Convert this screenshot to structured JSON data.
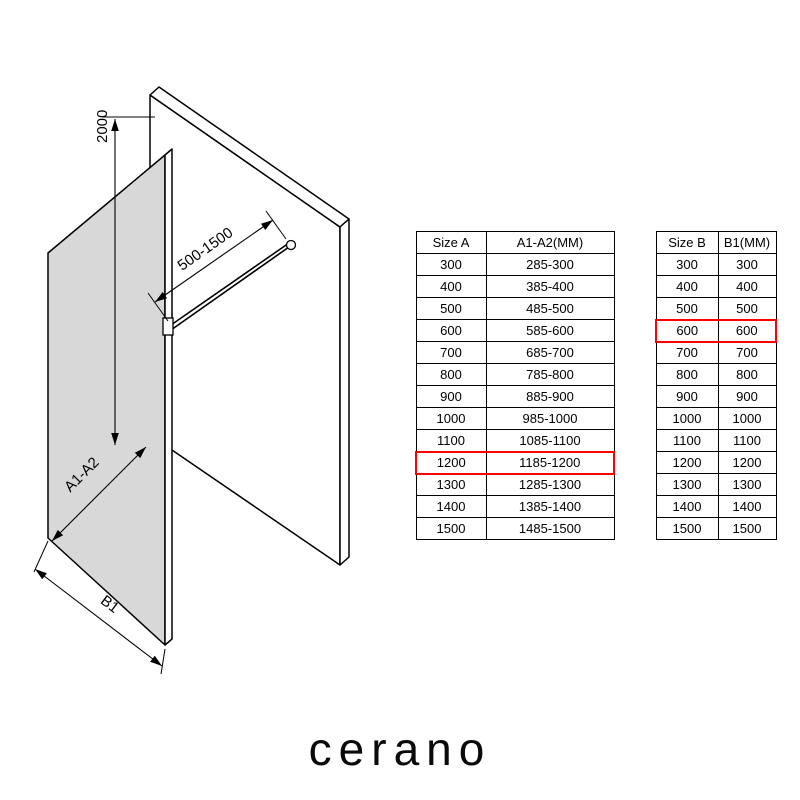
{
  "brand": {
    "name": "cerano"
  },
  "diagram": {
    "labels": {
      "height": "2000",
      "bar_range": "500-1500",
      "width_range": "A1-A2",
      "side_width": "B1"
    }
  },
  "tables": {
    "size_a": {
      "headers": [
        "Size A",
        "A1-A2(MM)"
      ],
      "rows": [
        [
          "300",
          "285-300"
        ],
        [
          "400",
          "385-400"
        ],
        [
          "500",
          "485-500"
        ],
        [
          "600",
          "585-600"
        ],
        [
          "700",
          "685-700"
        ],
        [
          "800",
          "785-800"
        ],
        [
          "900",
          "885-900"
        ],
        [
          "1000",
          "985-1000"
        ],
        [
          "1100",
          "1085-1100"
        ],
        [
          "1200",
          "1185-1200"
        ],
        [
          "1300",
          "1285-1300"
        ],
        [
          "1400",
          "1385-1400"
        ],
        [
          "1500",
          "1485-1500"
        ]
      ],
      "highlighted_row": 9
    },
    "size_b": {
      "headers": [
        "Size B",
        "B1(MM)"
      ],
      "rows": [
        [
          "300",
          "300"
        ],
        [
          "400",
          "400"
        ],
        [
          "500",
          "500"
        ],
        [
          "600",
          "600"
        ],
        [
          "700",
          "700"
        ],
        [
          "800",
          "800"
        ],
        [
          "900",
          "900"
        ],
        [
          "1000",
          "1000"
        ],
        [
          "1100",
          "1100"
        ],
        [
          "1200",
          "1200"
        ],
        [
          "1300",
          "1300"
        ],
        [
          "1400",
          "1400"
        ],
        [
          "1500",
          "1500"
        ]
      ],
      "highlighted_row": 3
    }
  },
  "colors": {
    "highlight": "#ff0000",
    "glass_fill": "#d8d8d8",
    "line": "#000000"
  }
}
